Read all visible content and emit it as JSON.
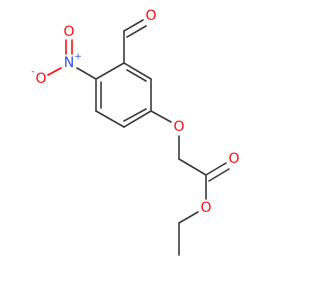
{
  "molecule": {
    "colors": {
      "bond": "#3a3a3a",
      "oxygen": "#ff0d0d",
      "nitrogen": "#3050f8",
      "background": "#ffffff"
    },
    "atoms": {
      "aldehyde_oxygen": {
        "symbol": "O"
      },
      "nitro_nitrogen": {
        "symbol": "N",
        "charge": "+"
      },
      "nitro_oxygen_double": {
        "symbol": "O"
      },
      "nitro_oxygen_single": {
        "symbol": "O",
        "charge": "-"
      },
      "ether_oxygen": {
        "symbol": "O"
      },
      "carbonyl_oxygen": {
        "symbol": "O"
      },
      "ester_oxygen": {
        "symbol": "O"
      }
    }
  }
}
